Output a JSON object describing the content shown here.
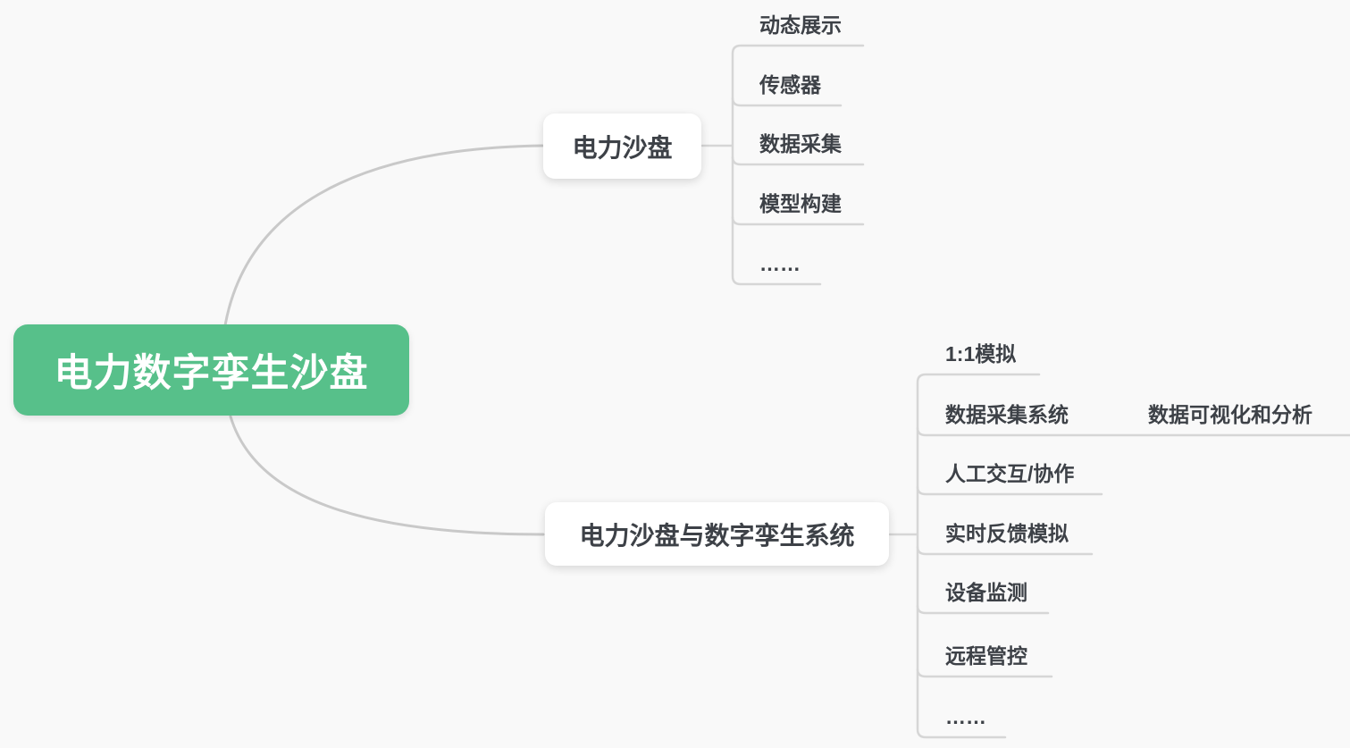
{
  "colors": {
    "background": "#f9f9f9",
    "root_bg": "#57c08a",
    "root_text": "#ffffff",
    "node_bg": "#ffffff",
    "node_text": "#3d4147",
    "line": "#c9c9c9",
    "underline": "#d6d6d6"
  },
  "root": {
    "label": "电力数字孪生沙盘"
  },
  "branches": [
    {
      "label": "电力沙盘",
      "children": [
        {
          "label": "动态展示"
        },
        {
          "label": "传感器"
        },
        {
          "label": "数据采集"
        },
        {
          "label": "模型构建"
        },
        {
          "label": "……"
        }
      ]
    },
    {
      "label": "电力沙盘与数字孪生系统",
      "children": [
        {
          "label": "1:1模拟"
        },
        {
          "label": "数据采集系统",
          "children": [
            {
              "label": "数据可视化和分析"
            }
          ]
        },
        {
          "label": "人工交互/协作"
        },
        {
          "label": "实时反馈模拟"
        },
        {
          "label": "设备监测"
        },
        {
          "label": "远程管控"
        },
        {
          "label": "……"
        }
      ]
    }
  ]
}
